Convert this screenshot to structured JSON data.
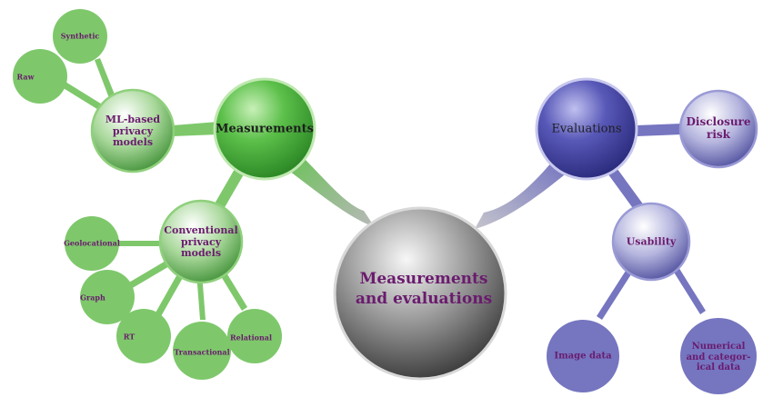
{
  "center": {
    "line1": "Measurements",
    "line2": "and evaluations"
  },
  "measurements": {
    "label": "Measurements",
    "ml_based": {
      "line1": "ML-based",
      "line2": "privacy",
      "line3": "models",
      "synthetic": "Synthetic",
      "raw": "Raw"
    },
    "conventional": {
      "line1": "Conventional",
      "line2": "privacy",
      "line3": "models",
      "geolocational": "Geolocational",
      "graph": "Graph",
      "rt": "RT",
      "transactional": "Transactional",
      "relational": "Relational"
    }
  },
  "evaluations": {
    "label": "Evaluations",
    "disclosure_risk": {
      "line1": "Disclosure",
      "line2": "risk"
    },
    "usability": {
      "label": "Usability",
      "image_data": "Image data",
      "numerical": {
        "line1": "Numerical",
        "line2": "and categor-",
        "line3": "ical data"
      }
    }
  },
  "colors": {
    "green": "#7ec86b",
    "green_dark": "#3fa535",
    "blue": "#7575c0",
    "blue_dark": "#4a4aa8",
    "gray": "#8a8a8a",
    "purple_text": "#6a1b6e"
  }
}
